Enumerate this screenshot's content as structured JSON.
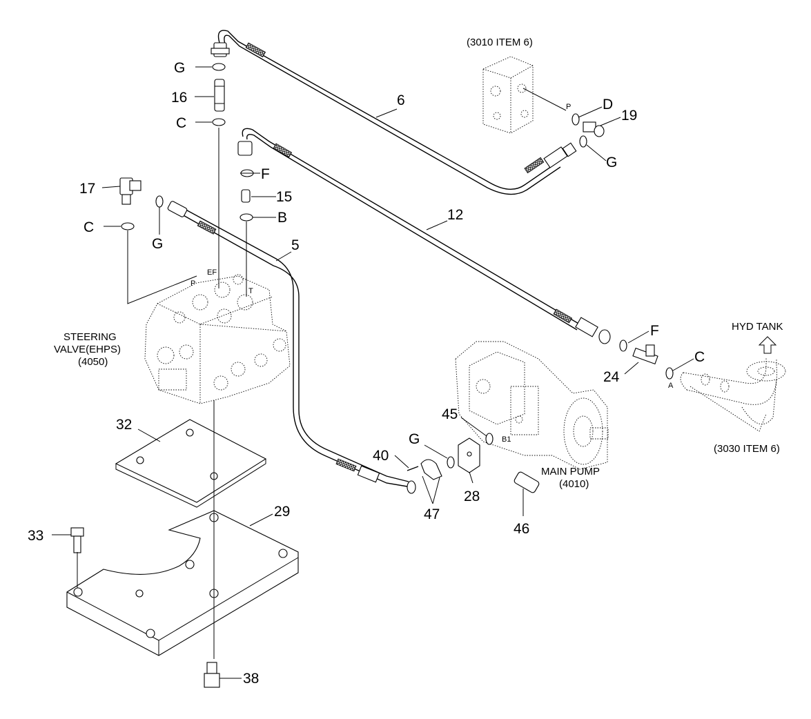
{
  "labels": {
    "item_6": "6",
    "item_12": "12",
    "item_5": "5",
    "item_15": "15",
    "item_16": "16",
    "item_17": "17",
    "item_19": "19",
    "item_24": "24",
    "item_28": "28",
    "item_29": "29",
    "item_32": "32",
    "item_33": "33",
    "item_38": "38",
    "item_40": "40",
    "item_45": "45",
    "item_46": "46",
    "item_47": "47",
    "oring_G_top": "G",
    "oring_C_top": "C",
    "oring_F_top": "F",
    "oring_B": "B",
    "oring_C_left": "C",
    "oring_G_left": "G",
    "oring_D": "D",
    "oring_G_right": "G",
    "oring_F_right": "F",
    "oring_C_right": "C",
    "oring_G_pump": "G"
  },
  "ports": {
    "P_valve": "P",
    "EF_valve": "EF",
    "T_valve": "T",
    "P_block": "P",
    "A_tank": "A",
    "B1_pump": "B1"
  },
  "annotations": {
    "ref_3010": "(3010 ITEM 6)",
    "ref_3030": "(3030 ITEM 6)",
    "hyd_tank": "HYD TANK",
    "steering_valve_l1": "STEERING",
    "steering_valve_l2": "VALVE(EHPS)",
    "steering_valve_l3": "(4050)",
    "main_pump_l1": "MAIN PUMP",
    "main_pump_l2": "(4010)"
  }
}
